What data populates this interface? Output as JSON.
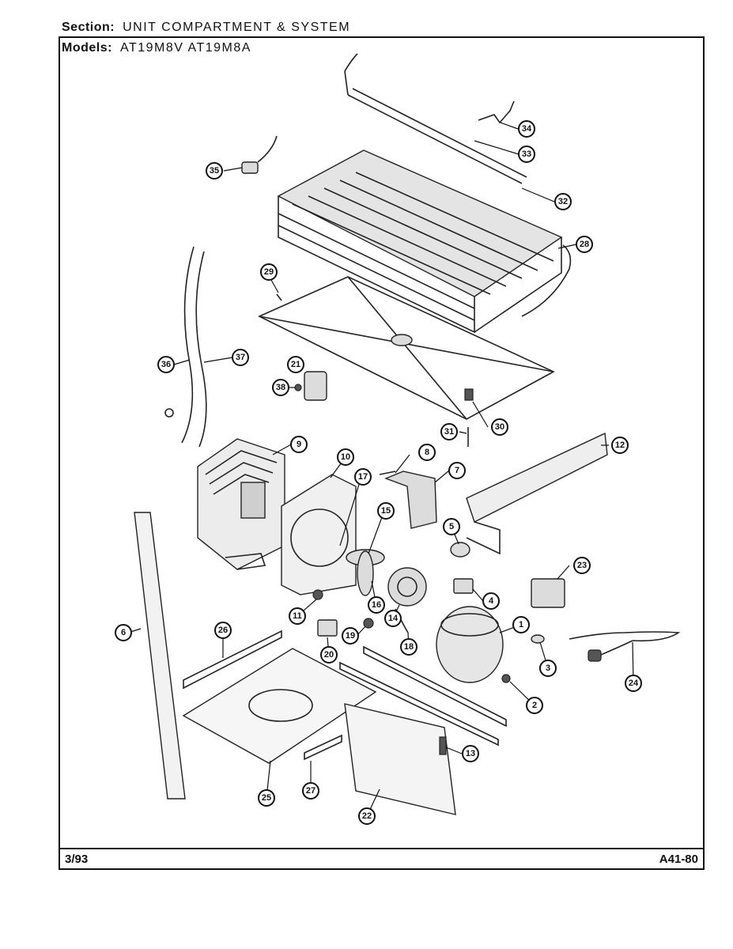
{
  "header": {
    "section_label": "Section:",
    "section_value": "UNIT COMPARTMENT & SYSTEM",
    "models_label": "Models:",
    "models_value": "AT19M8V AT19M8A"
  },
  "footer": {
    "date": "3/93",
    "page_code": "A41-80"
  },
  "callouts": {
    "c1": "1",
    "c2": "2",
    "c3": "3",
    "c4": "4",
    "c5": "5",
    "c6": "6",
    "c7": "7",
    "c8": "8",
    "c9": "9",
    "c10": "10",
    "c11": "11",
    "c12": "12",
    "c13": "13",
    "c14": "14",
    "c15": "15",
    "c16": "16",
    "c17": "17",
    "c18": "18",
    "c19": "19",
    "c20": "20",
    "c21": "21",
    "c22": "22",
    "c23": "23",
    "c24": "24",
    "c25": "25",
    "c26": "26",
    "c27": "27",
    "c28": "28",
    "c29": "29",
    "c30": "30",
    "c31": "31",
    "c32": "32",
    "c33": "33",
    "c34": "34",
    "c35": "35",
    "c36": "36",
    "c37": "37",
    "c38": "38"
  }
}
